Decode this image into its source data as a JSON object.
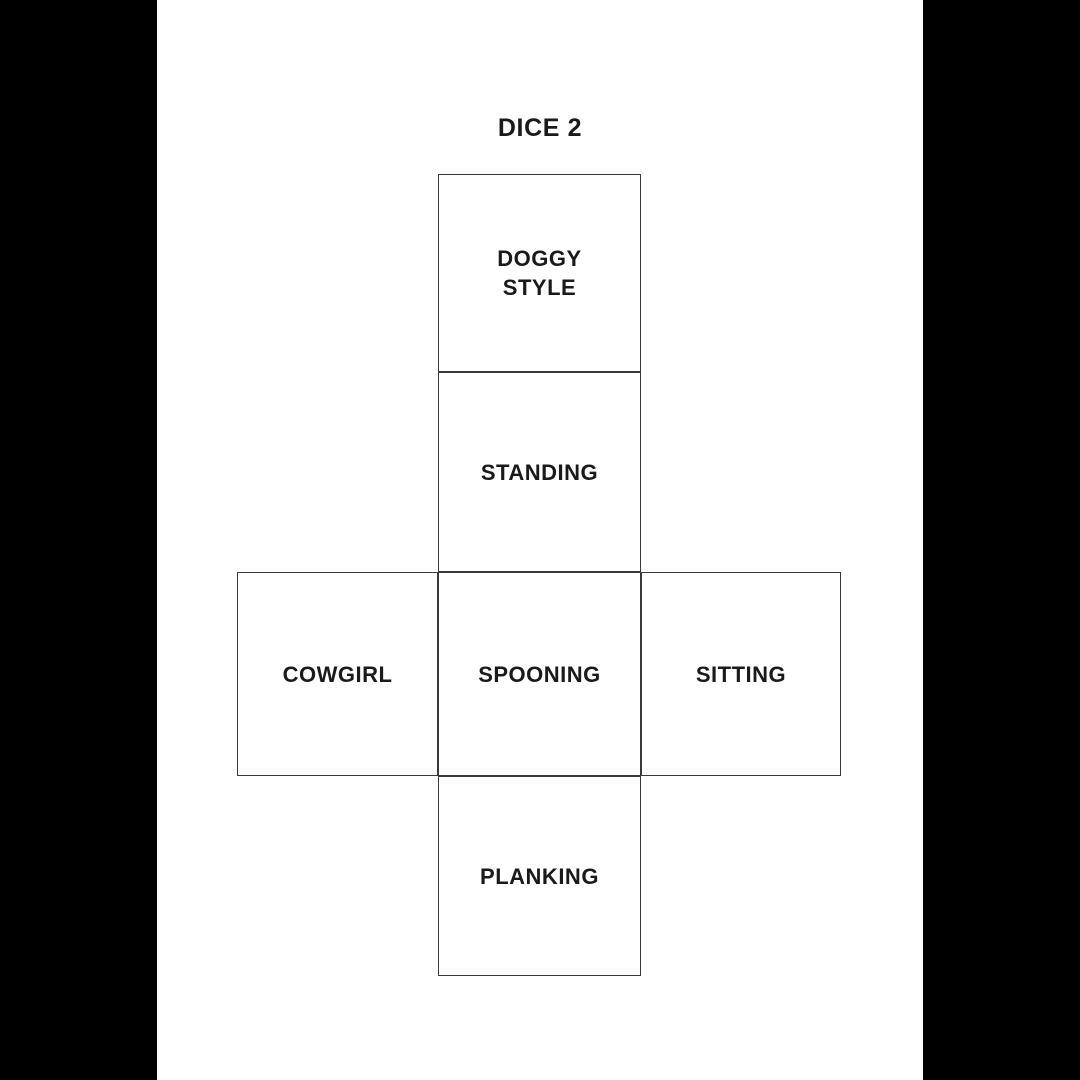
{
  "page": {
    "title": "DICE 2",
    "background_color": "#ffffff",
    "letterbox_color": "#000000",
    "text_color": "#1a1a1a",
    "border_color": "#3a3a3a"
  },
  "dice_net": {
    "shape": "cross",
    "faces": [
      {
        "position": "top",
        "label": "DOGGY\nSTYLE"
      },
      {
        "position": "upper",
        "label": "STANDING"
      },
      {
        "position": "left",
        "label": "COWGIRL"
      },
      {
        "position": "center",
        "label": "SPOONING"
      },
      {
        "position": "right",
        "label": "SITTING"
      },
      {
        "position": "bottom",
        "label": "PLANKING"
      }
    ]
  }
}
